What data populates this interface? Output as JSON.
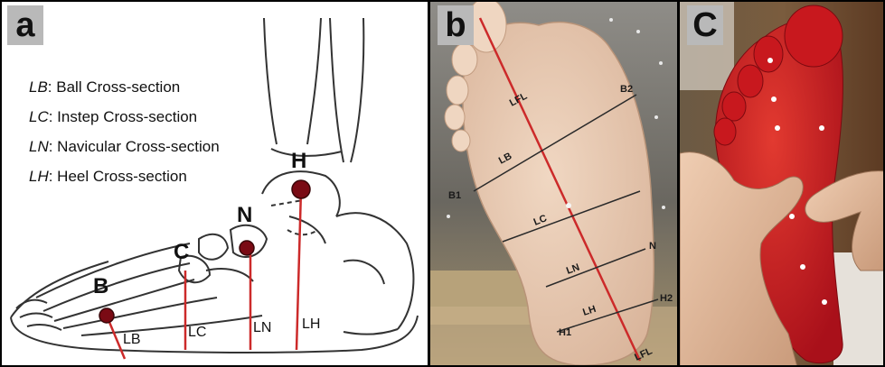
{
  "panels": {
    "a": {
      "label": "a",
      "legend": [
        {
          "code": "LB",
          "text": ": Ball Cross-section"
        },
        {
          "code": "LC",
          "text": ": Instep Cross-section"
        },
        {
          "code": "LN",
          "text": ": Navicular Cross-section"
        },
        {
          "code": "LH",
          "text": ": Heel Cross-section"
        }
      ],
      "points": {
        "b": "B",
        "c": "C",
        "n": "N",
        "h": "H"
      },
      "lines": {
        "lb": "LB",
        "lc": "LC",
        "ln": "LN",
        "lh": "LH"
      }
    },
    "b": {
      "label": "b",
      "marks": {
        "b1": "B1",
        "b2": "B2",
        "n": "N",
        "h1": "H1",
        "h2": "H2"
      },
      "lines": {
        "lfl_top": "LFL",
        "lfl_bottom": "LFL",
        "lb": "LB",
        "lc": "LC",
        "ln": "LN",
        "lh": "LH"
      }
    },
    "c": {
      "label": "C"
    }
  },
  "colors": {
    "marker": "#7a0a14",
    "red_line": "#cc2a2a",
    "foot_cast": "#c8181e",
    "skin": "#e8c4a6"
  }
}
